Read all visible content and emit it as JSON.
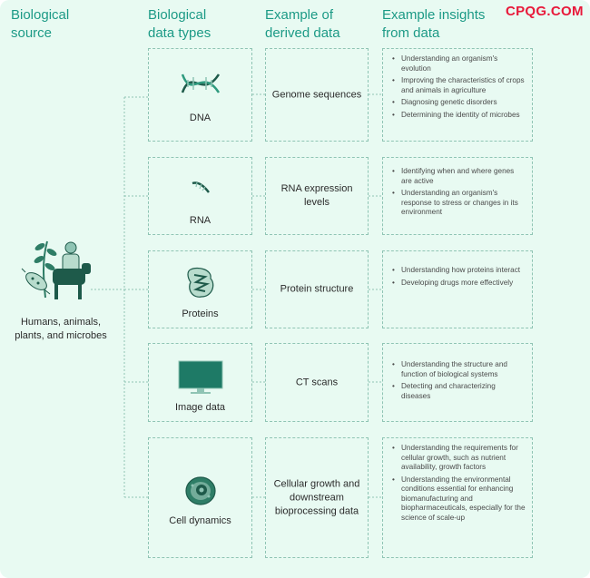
{
  "headers": {
    "col1": "Biological\nsource",
    "col2": "Biological\ndata types",
    "col3": "Example of\nderived data",
    "col4": "Example insights\nfrom data"
  },
  "watermark": "CPQG.COM",
  "source": {
    "label": "Humans, animals, plants, and microbes",
    "icon": "humans-animals-plants-microbes-icon"
  },
  "rows": [
    {
      "type": "DNA",
      "icon": "dna-helix-icon",
      "derived": "Genome sequences",
      "insights": [
        "Understanding an organism's evolution",
        "Improving the characteristics of crops and animals in agriculture",
        "Diagnosing genetic disorders",
        "Determining the identity of microbes"
      ]
    },
    {
      "type": "RNA",
      "icon": "rna-strand-icon",
      "derived": "RNA expression levels",
      "insights": [
        "Identifying when and where genes are active",
        "Understanding an organism's response to stress or changes in its environment"
      ]
    },
    {
      "type": "Proteins",
      "icon": "protein-structure-icon",
      "derived": "Protein structure",
      "insights": [
        "Understanding how proteins interact",
        "Developing drugs more effectively"
      ]
    },
    {
      "type": "Image data",
      "icon": "monitor-icon",
      "derived": "CT scans",
      "insights": [
        "Understanding the structure and function of biological systems",
        "Detecting and characterizing diseases"
      ]
    },
    {
      "type": "Cell dynamics",
      "icon": "cell-icon",
      "derived": "Cellular growth and downstream bioprocessing data",
      "insights": [
        "Understanding the requirements for cellular growth, such as nutrient availability, growth factors",
        "Understanding the environmental conditions essential for enhancing biomanufacturing and biopharmaceuticals, especially for the science of scale-up"
      ]
    }
  ],
  "colors": {
    "accent": "#1c9a86",
    "dark_green": "#1e5a4a",
    "icon_green": "#2e7d66",
    "background": "#e8faf2",
    "watermark": "#e8193a"
  }
}
